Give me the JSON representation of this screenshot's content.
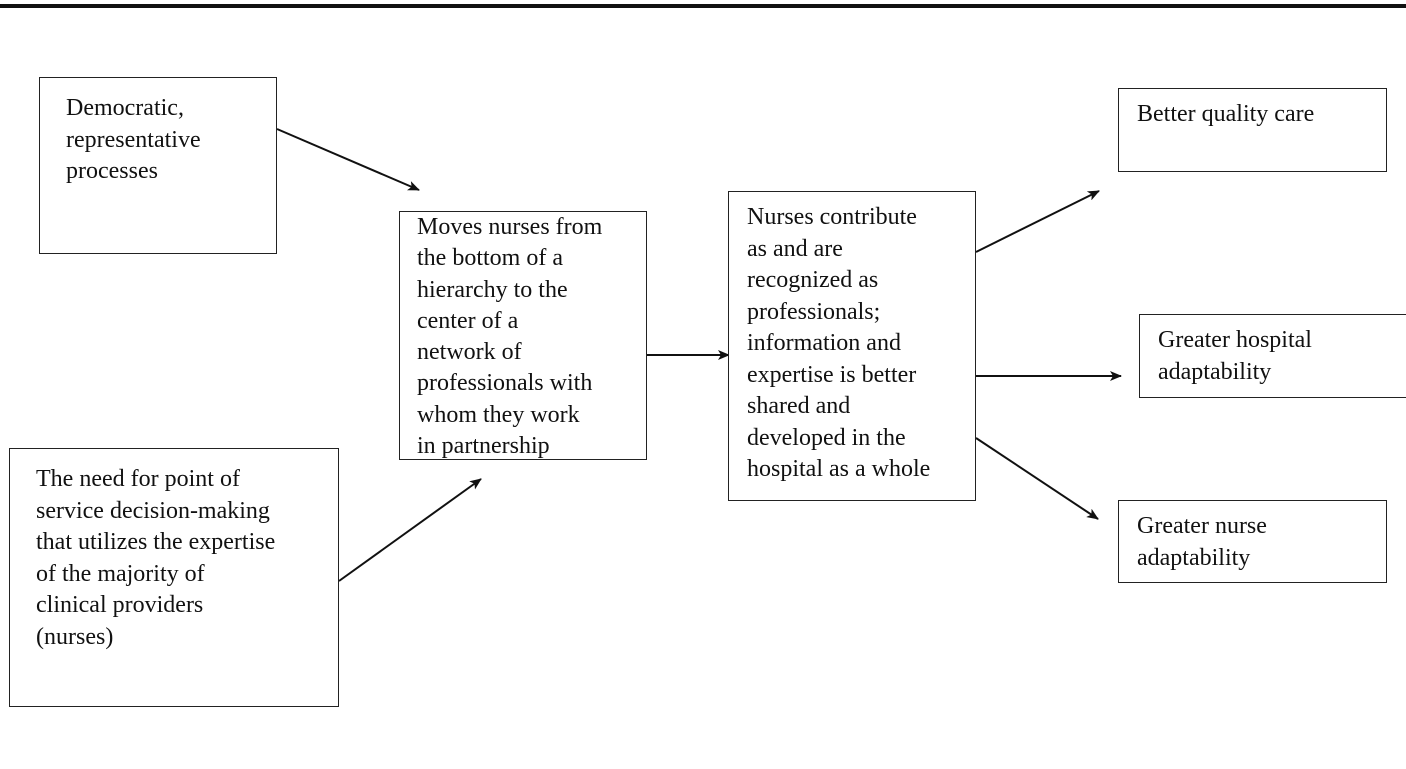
{
  "diagram": {
    "nodes": [
      {
        "id": "democratic",
        "text": "Democratic,\nrepresentative\nprocesses"
      },
      {
        "id": "need",
        "text": "The need for point of\nservice decision-making\nthat utilizes the expertise\nof the majority of\nclinical providers\n(nurses)"
      },
      {
        "id": "moves",
        "text": "Moves nurses from\nthe bottom of a\nhierarchy to the\ncenter of a\nnetwork of\nprofessionals with\nwhom they work\nin partnership"
      },
      {
        "id": "nurses",
        "text": "Nurses contribute\nas and are\nrecognized as\nprofessionals;\ninformation and\nexpertise is better\nshared and\ndeveloped in the\nhospital as a whole"
      },
      {
        "id": "quality",
        "text": "Better quality care"
      },
      {
        "id": "hospital",
        "text": "Greater hospital\nadaptability"
      },
      {
        "id": "nurseadapt",
        "text": "Greater nurse\nadaptability"
      }
    ],
    "edges": [
      {
        "from": "democratic",
        "to": "moves"
      },
      {
        "from": "need",
        "to": "moves"
      },
      {
        "from": "moves",
        "to": "nurses"
      },
      {
        "from": "nurses",
        "to": "quality"
      },
      {
        "from": "nurses",
        "to": "hospital"
      },
      {
        "from": "nurses",
        "to": "nurseadapt"
      }
    ],
    "colors": {
      "line": "#111111",
      "box_border": "#222222",
      "background": "#ffffff"
    }
  }
}
